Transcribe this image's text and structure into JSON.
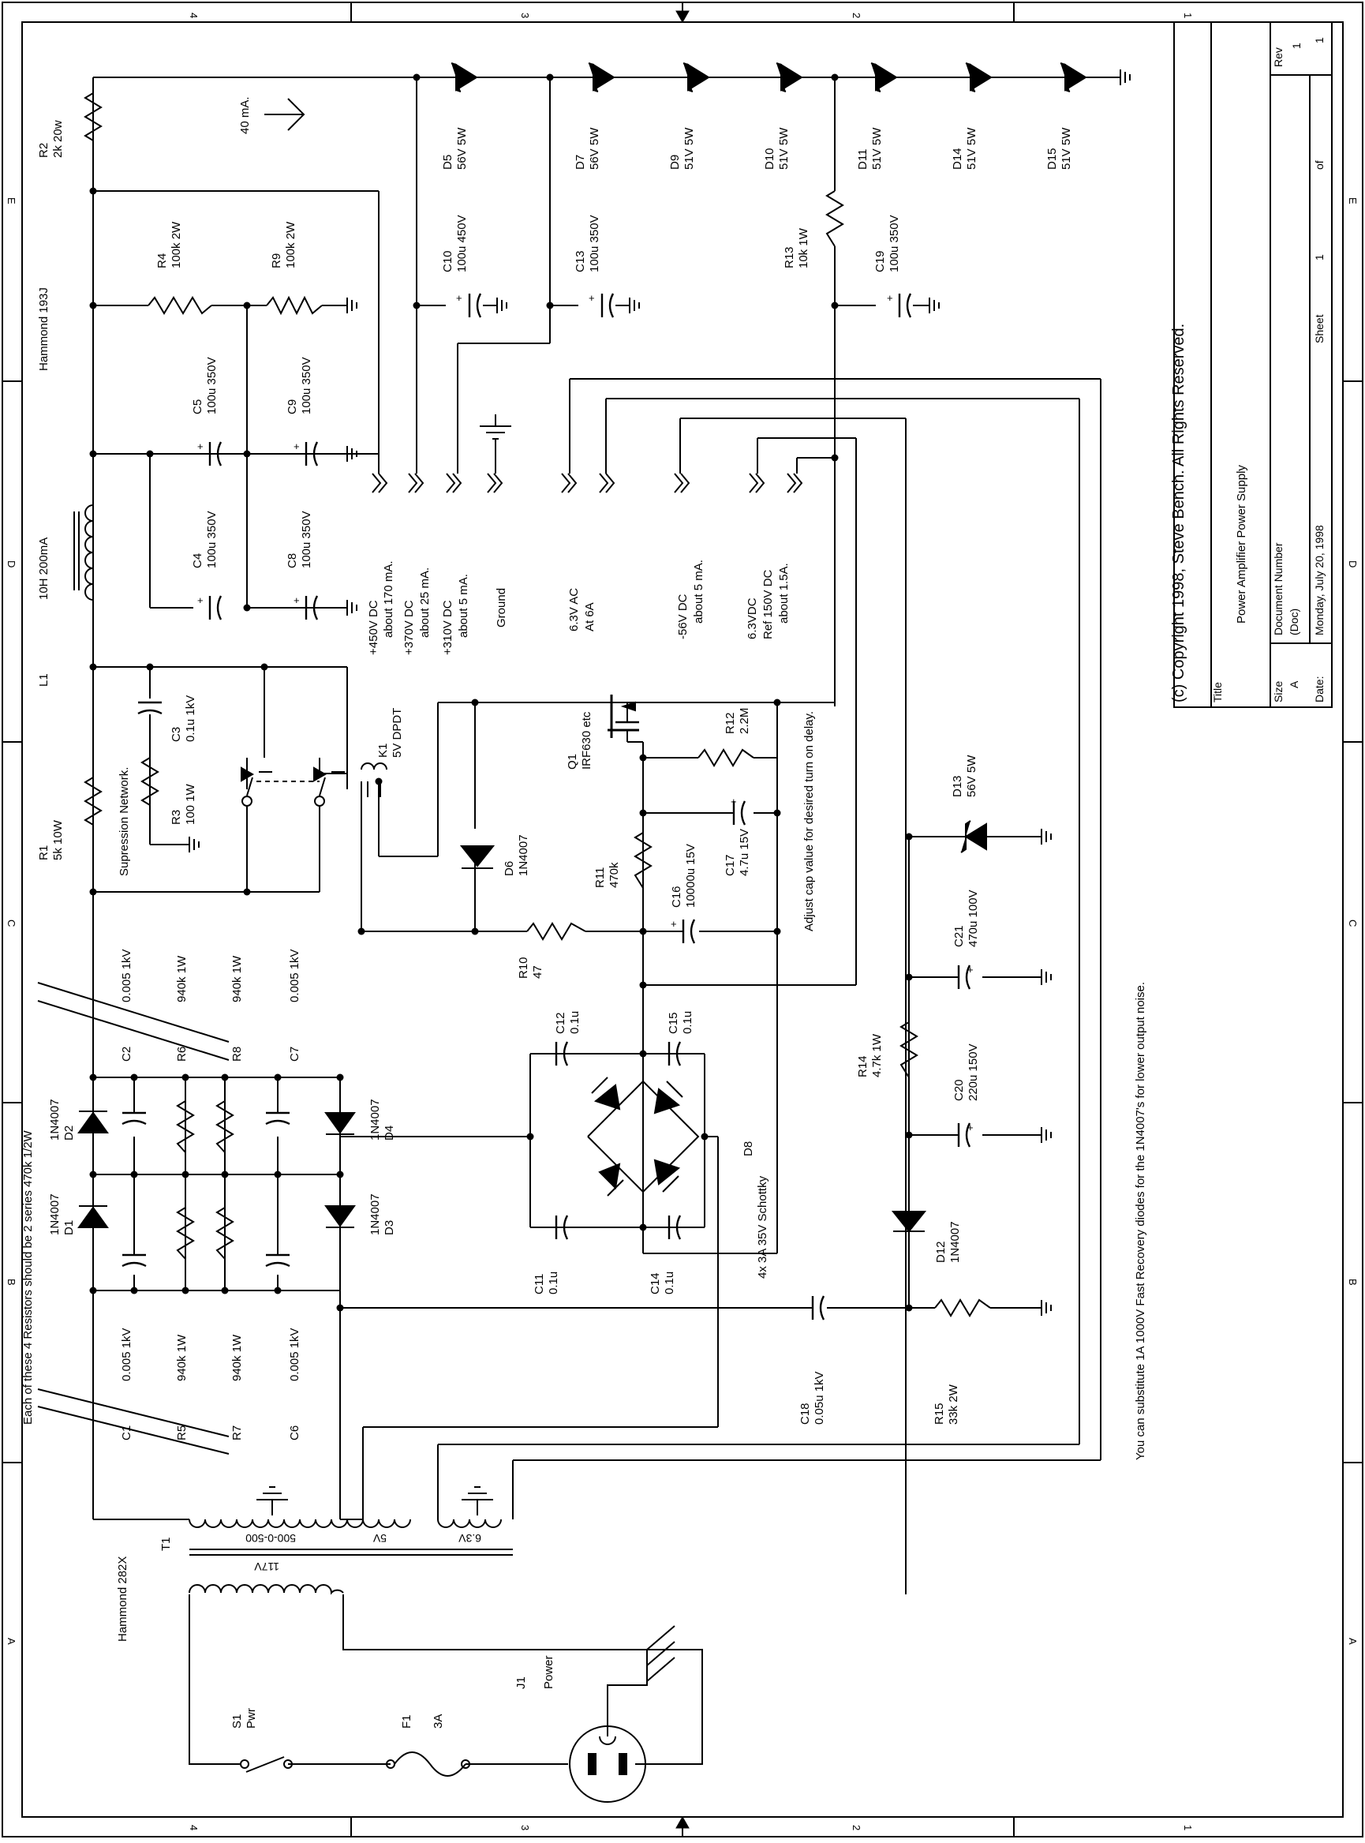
{
  "border": {
    "cols_top": [
      "4",
      "3",
      "2",
      "1"
    ],
    "cols_bottom": [
      "4",
      "3",
      "2",
      "1"
    ],
    "rows": [
      "E",
      "D",
      "C",
      "B",
      "A"
    ]
  },
  "title_block": {
    "copyright": "(c) Copyright 1998, Steve Bench. All Rights Reserved.",
    "title_label": "Title",
    "title": "Power Amplifier Power Supply",
    "size_label": "Size",
    "size": "A",
    "docnum_label": "Document Number",
    "docnum": "(Doc)",
    "rev_label": "Rev",
    "rev": "1",
    "date_label": "Date:",
    "date": "Monday, July 20, 1998",
    "sheet_label": "Sheet",
    "sheet": "1",
    "of_label": "of",
    "of": "1"
  },
  "notes": {
    "fast_recovery": "You can substitute 1A 1000V Fast Recovery diodes for the 1N4007's for lower output noise.",
    "resistors": "Each of these 4 Resistors should be 2 series 470k 1/2W",
    "suppression": "Supression Network.",
    "adjust_cap": "Adjust cap value for desired turn on delay.",
    "current": "40 mA."
  },
  "outputs": {
    "o1a": "+450V DC",
    "o1b": "about 170 mA.",
    "o2a": "+370V DC",
    "o2b": "about 25 mA.",
    "o3a": "+310V DC",
    "o3b": "about 5 mA.",
    "o4": "Ground",
    "o5a": "6.3V AC",
    "o5b": "At 6A",
    "o6a": "-56V DC",
    "o6b": "about 5 mA.",
    "o7a": "6.3VDC",
    "o7b": "Ref 150V DC",
    "o7c": "about 1.5A."
  },
  "transformer": {
    "t1": "T1",
    "t1_part": "Hammond 282X",
    "primary": "117V",
    "hv": "500-0-500",
    "v5": "5V",
    "v63": "6.3V"
  },
  "components": {
    "R2": "R2",
    "R2v": "2k 20w",
    "L1": "L1",
    "L1v": "10H 200mA",
    "L1p": "Hammond 193J",
    "R4": "R4",
    "R4v": "100k 2W",
    "R9": "R9",
    "R9v": "100k 2W",
    "C5": "C5",
    "C5v": "100u 350V",
    "C9": "C9",
    "C9v": "100u 350V",
    "C4": "C4",
    "C4v": "100u 350V",
    "C8": "C8",
    "C8v": "100u 350V",
    "R1": "R1",
    "R1v": "5k 10W",
    "C3": "C3",
    "C3v": "0.1u 1kV",
    "R3": "R3",
    "R3v": "100 1W",
    "K1": "K1",
    "K1v": "5V DPDT",
    "D5": "D5",
    "D5v": "56V 5W",
    "D7": "D7",
    "D7v": "56V 5W",
    "D9": "D9",
    "D9v": "51V 5W",
    "D10": "D10",
    "D10v": "51V 5W",
    "D11": "D11",
    "D11v": "51V 5W",
    "D14": "D14",
    "D14v": "51V 5W",
    "D15": "D15",
    "D15v": "51V 5W",
    "C10": "C10",
    "C10v": "100u 450V",
    "C13": "C13",
    "C13v": "100u 350V",
    "R13": "R13",
    "R13v": "10k 1W",
    "C19": "C19",
    "C19v": "100u 350V",
    "Q1": "Q1",
    "Q1v": "IRF630 etc",
    "R12": "R12",
    "R12v": "2.2M",
    "D6": "D6",
    "D6v": "1N4007",
    "R11": "R11",
    "R11v": "470k",
    "C17": "C17",
    "C17v": "4.7u 15V",
    "C16": "C16",
    "C16v": "10000u 15V",
    "R10": "R10",
    "R10v": "47",
    "C12": "C12",
    "C12v": "0.1u",
    "C15": "C15",
    "C15v": "0.1u",
    "C11": "C11",
    "C11v": "0.1u",
    "C14": "C14",
    "C14v": "0.1u",
    "D8": "D8",
    "D8v": "4x 3A 35V Schottky",
    "D13": "D13",
    "D13v": "56V 5W",
    "C21": "C21",
    "C21v": "470u 100V",
    "R14": "R14",
    "R14v": "4.7k 1W",
    "C20": "C20",
    "C20v": "220u 150V",
    "D12": "D12",
    "D12v": "1N4007",
    "C18": "C18",
    "C18v": "0.05u 1kV",
    "R15": "R15",
    "R15v": "33k 2W",
    "D1": "D1",
    "D1v": "1N4007",
    "D2": "D2",
    "D2v": "1N4007",
    "D3": "D3",
    "D3v": "1N4007",
    "D4": "D4",
    "D4v": "1N4007",
    "C2": "C2",
    "C2v": "0.005 1kV",
    "R6": "R6",
    "R6v": "940k 1W",
    "R8": "R8",
    "R8v": "940k 1W",
    "C7": "C7",
    "C7v": "0.005 1kV",
    "C1": "C1",
    "C1v": "0.005 1kV",
    "R5": "R5",
    "R5v": "940k 1W",
    "R7": "R7",
    "R7v": "940k 1W",
    "C6": "C6",
    "C6v": "0.005 1kV",
    "S1": "S1",
    "S1v": "Pwr",
    "F1": "F1",
    "F1v": "3A",
    "J1": "J1",
    "J1v": "Power"
  }
}
